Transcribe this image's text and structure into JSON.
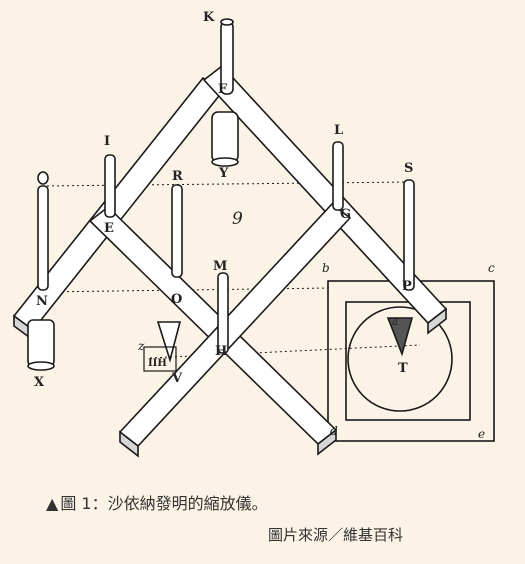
{
  "caption": {
    "marker": "▲",
    "text": "圖 1：沙依納發明的縮放儀。",
    "credit": "圖片來源／維基百科"
  },
  "labels": {
    "K": "K",
    "F": "F",
    "Y": "Y",
    "I": "I",
    "L": "L",
    "S": "S",
    "R": "R",
    "E": "E",
    "G": "G",
    "nine": "9",
    "b": "b",
    "c": "c",
    "M": "M",
    "N": "N",
    "O": "O",
    "P": "P",
    "z": "z",
    "H": "H",
    "a": "a",
    "T": "T",
    "X": "X",
    "V": "V",
    "d": "d",
    "e": "e",
    "IIH": "IIH"
  }
}
